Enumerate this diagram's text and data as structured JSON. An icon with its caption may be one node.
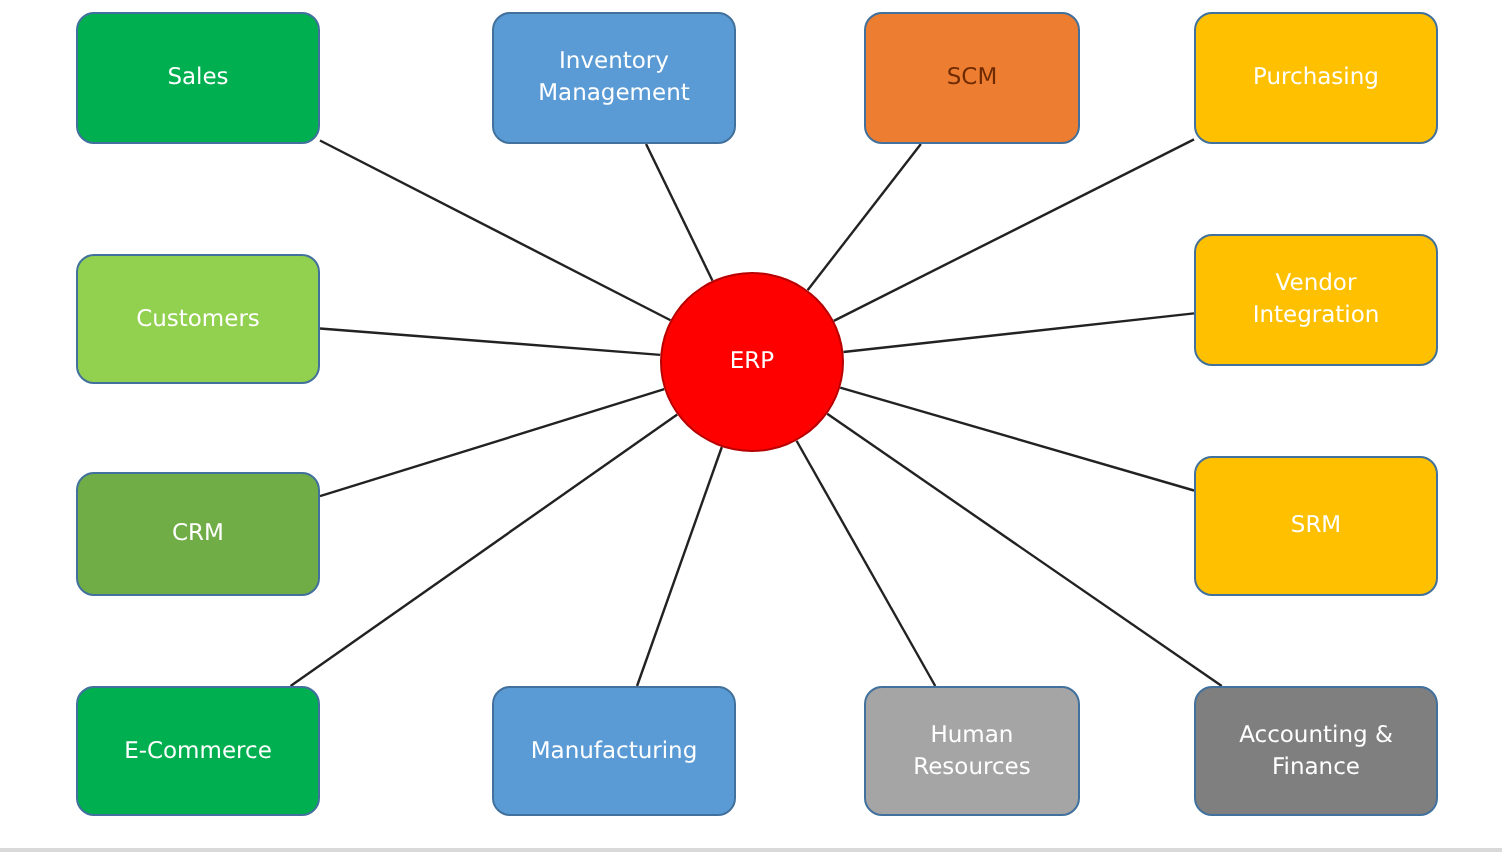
{
  "diagram": {
    "nodes": [
      {
        "text": [
          "Sales"
        ]
      },
      {
        "text": [
          "Inventory Management"
        ]
      },
      {
        "text": [
          "SCM"
        ]
      },
      {
        "text": [
          "Purchasing"
        ]
      },
      {
        "text": [
          "Customers"
        ]
      },
      {
        "text": [
          "ERP"
        ]
      },
      {
        "text": [
          "Vendor Integration"
        ]
      },
      {
        "text": [
          "CRM"
        ]
      },
      {
        "text": [
          "SRM"
        ]
      },
      {
        "text": [
          "E-Commerce"
        ]
      },
      {
        "text": [
          "Manufacturing"
        ]
      },
      {
        "text": [
          "Human Resources"
        ]
      },
      {
        "text": [
          "Accounting & Finance"
        ]
      }
    ],
    "edges": [
      {
        "from": 0,
        "to": 5,
        "arrow": "none"
      },
      {
        "from": 1,
        "to": 5,
        "arrow": "none"
      },
      {
        "from": 2,
        "to": 5,
        "arrow": "none"
      },
      {
        "from": 3,
        "to": 5,
        "arrow": "none"
      },
      {
        "from": 4,
        "to": 5,
        "arrow": "none"
      },
      {
        "from": 6,
        "to": 5,
        "arrow": "none"
      },
      {
        "from": 7,
        "to": 5,
        "arrow": "none"
      },
      {
        "from": 8,
        "to": 5,
        "arrow": "none"
      },
      {
        "from": 9,
        "to": 5,
        "arrow": "none"
      },
      {
        "from": 10,
        "to": 5,
        "arrow": "none"
      },
      {
        "from": 11,
        "to": 5,
        "arrow": "none"
      },
      {
        "from": 12,
        "to": 5,
        "arrow": "none"
      }
    ]
  }
}
